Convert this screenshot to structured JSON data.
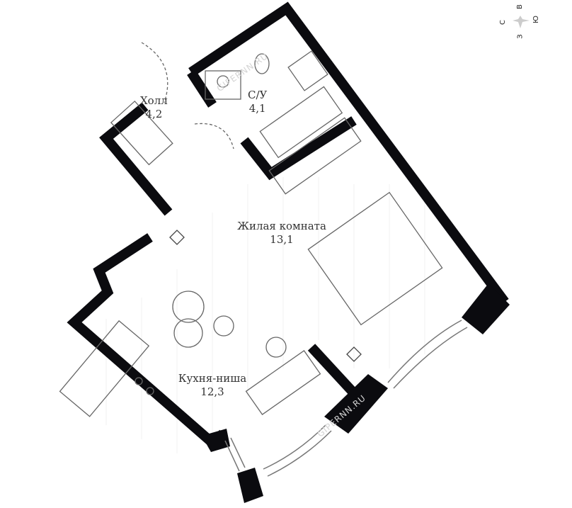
{
  "rooms": [
    {
      "name": "Холл",
      "area": "4,2"
    },
    {
      "name": "С/У",
      "area": "4,1"
    },
    {
      "name": "Жилая комната",
      "area": "13,1"
    },
    {
      "name": "Кухня-ниша",
      "area": "12,3"
    }
  ],
  "compass": {
    "north": "С",
    "east": "В",
    "south": "Ю",
    "west": "З"
  },
  "watermark": "GIPERNN.RU",
  "colors": {
    "wall": "#0b0b0f",
    "line": "#9a9a9a"
  }
}
